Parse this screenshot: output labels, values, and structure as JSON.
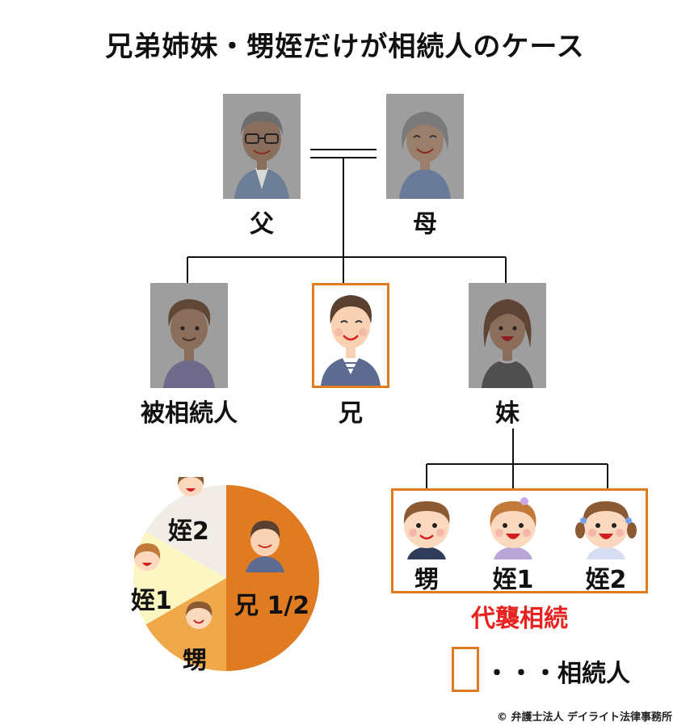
{
  "title": "兄弟姉妹・甥姪だけが相続人のケース",
  "people": {
    "father": {
      "label": "父",
      "icon": "father-icon"
    },
    "mother": {
      "label": "母",
      "icon": "mother-icon"
    },
    "deceased": {
      "label": "被相続人",
      "icon": "deceased-man-icon"
    },
    "brother": {
      "label": "兄",
      "icon": "brother-icon"
    },
    "sister": {
      "label": "妹",
      "icon": "sister-icon"
    }
  },
  "children": [
    {
      "label": "甥",
      "icon": "nephew-icon"
    },
    {
      "label": "姪1",
      "icon": "niece1-icon"
    },
    {
      "label": "姪2",
      "icon": "niece2-icon"
    }
  ],
  "representation_label": "代襲相続",
  "legend": {
    "text": "・・・相続人"
  },
  "copyright": "© 弁護士法人 デイライト法律事務所",
  "colors": {
    "heir_border": "#e07b22",
    "representation_text": "#e8231f",
    "deceased_photo_bg": "#9e9e9e"
  },
  "chart_data": {
    "type": "pie",
    "slices": [
      {
        "label": "兄 1/2",
        "value": 0.5,
        "color": "#e07b22"
      },
      {
        "label": "甥",
        "value": 0.1667,
        "color": "#f0a94a"
      },
      {
        "label": "姪1",
        "value": 0.1667,
        "color": "#fbf6c2"
      },
      {
        "label": "姪2",
        "value": 0.1667,
        "color": "#f1ede6"
      }
    ]
  }
}
